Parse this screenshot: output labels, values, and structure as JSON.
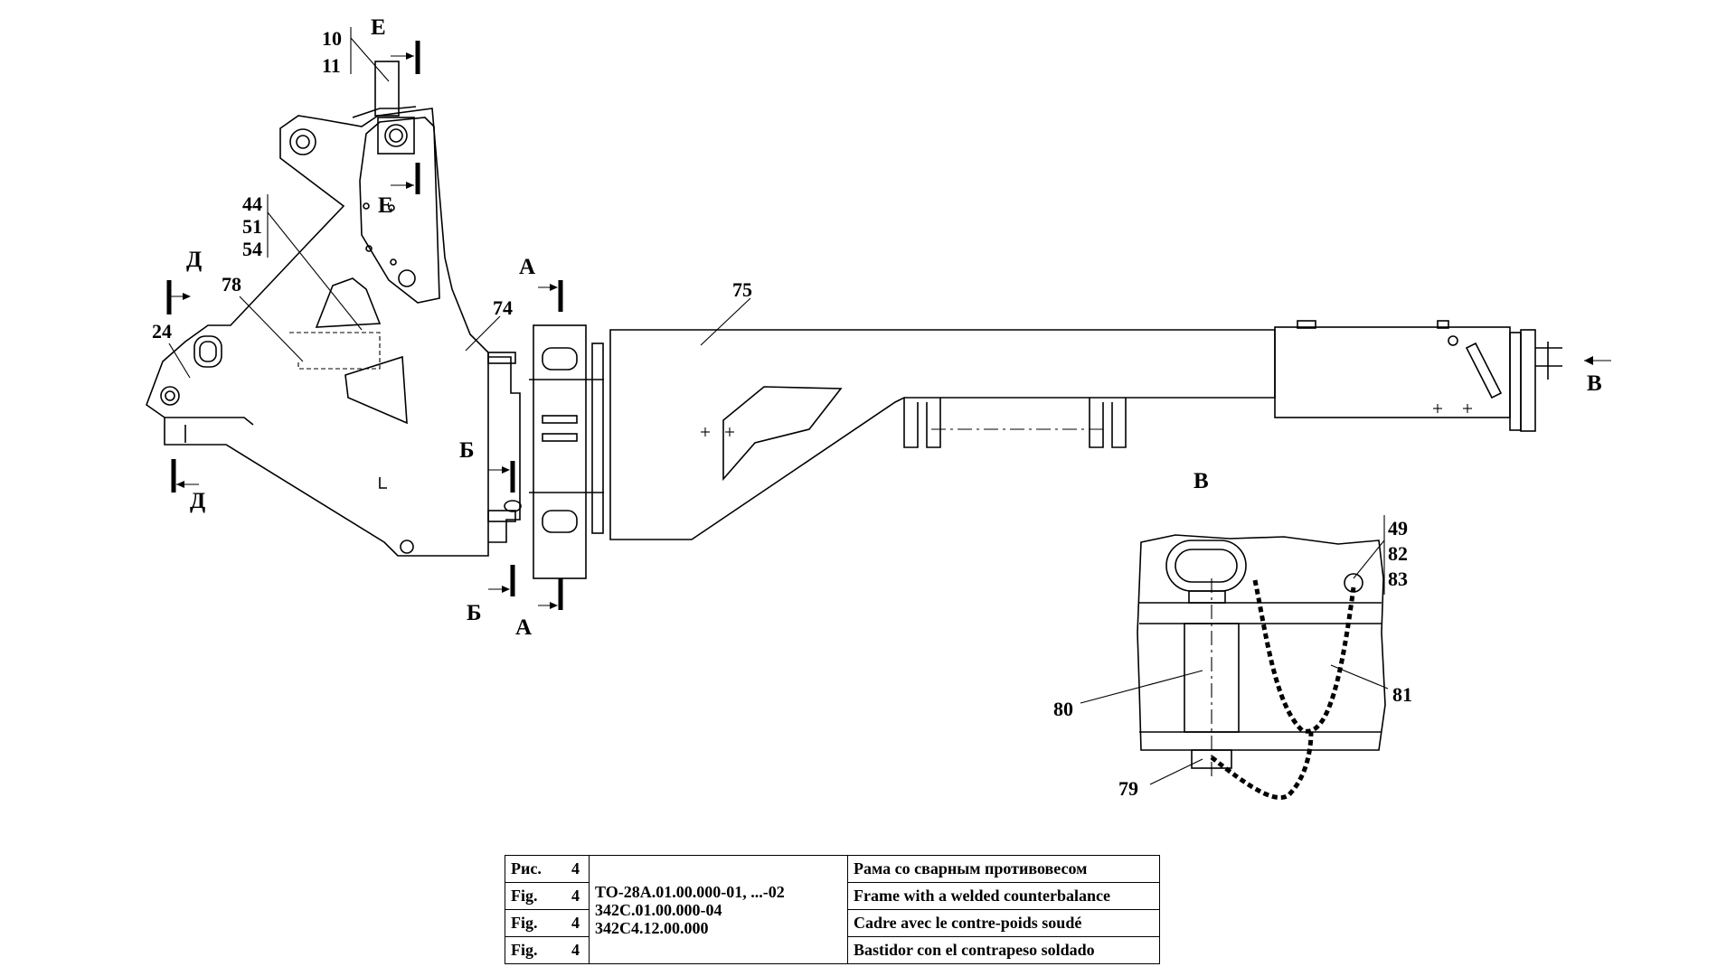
{
  "labels": {
    "p10": "10",
    "p11": "11",
    "p44": "44",
    "p51": "51",
    "p54": "54",
    "p78": "78",
    "p24": "24",
    "p74": "74",
    "p75": "75",
    "p49": "49",
    "p82": "82",
    "p83": "83",
    "p80": "80",
    "p81": "81",
    "p79": "79"
  },
  "sections": {
    "E": "Е",
    "D": "Д",
    "A": "А",
    "B": "Б",
    "V": "В"
  },
  "title_block": {
    "rows": [
      {
        "fig_label": "Рис.",
        "fig_num": "4",
        "description": "Рама со сварным противовесом"
      },
      {
        "fig_label": "Fig.",
        "fig_num": "4",
        "description": "Frame with a welded counterbalance"
      },
      {
        "fig_label": "Fig.",
        "fig_num": "4",
        "description": "Cadre avec le contre-poids soudé"
      },
      {
        "fig_label": "Fig.",
        "fig_num": "4",
        "description": "Bastidor con el contrapeso soldado"
      }
    ],
    "doc_numbers": [
      "ТО-28А.01.00.000-01, ...-02",
      "342С.01.00.000-04",
      "342С4.12.00.000"
    ]
  }
}
